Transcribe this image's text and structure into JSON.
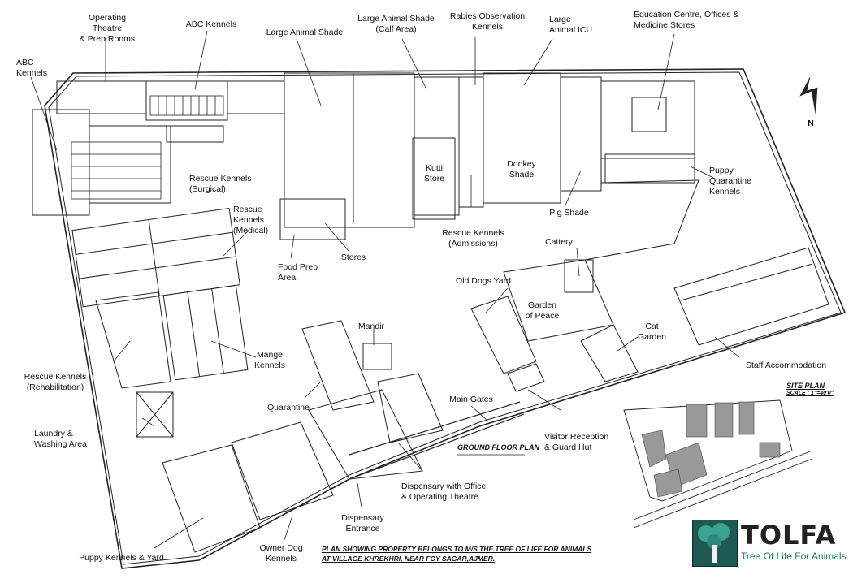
{
  "labels": {
    "operating_theatre": "Operating Theatre\n& Prep Rooms",
    "abc_kennels_top": "ABC Kennels",
    "abc_kennels_left": "ABC\nKennels",
    "large_animal_shade": "Large Animal Shade",
    "large_animal_shade_calf": "Large Animal Shade\n(Calf Area)",
    "rabies_observation": "Rabies Observation\nKennels",
    "large_animal_icu": "Large\nAnimal ICU",
    "education_centre": "Education Centre, Offices &\nMedicine Stores",
    "puppy_quarantine": "Puppy\nQuarantine\nKennels",
    "rescue_surgical": "Rescue Kennels\n(Surgical)",
    "rescue_medical": "Rescue\nKennels\n(Medical)",
    "kutti_store": "Kutti\nStore",
    "donkey_shade": "Donkey\nShade",
    "pig_shade": "Pig Shade",
    "rescue_admissions": "Rescue Kennels\n(Admissions)",
    "food_prep": "Food Prep\nArea",
    "stores": "Stores",
    "cattery": "Cattery",
    "old_dogs_yard": "Old Dogs Yard",
    "garden_of_peace": "Garden\nof Peace",
    "cat_garden": "Cat\nGarden",
    "staff_accommodation": "Staff Accommodation",
    "mandir": "Mandir",
    "rescue_rehabilitation": "Rescue Kennels\n(Rehabilitation)",
    "mange_kennels": "Mange\nKennels",
    "quarantine": "Quarantine",
    "main_gates": "Main Gates",
    "laundry": "Laundry &\nWashing Area",
    "visitor_reception": "Visitor Reception\n& Guard Hut",
    "dispensary_office": "Dispensary with Office\n& Operating Theatre",
    "dispensary_entrance": "Dispensary\nEntrance",
    "owner_dog_kennels": "Owner Dog\nKennels",
    "puppy_kennels": "Puppy Kennels & Yard"
  },
  "plan_text": {
    "ground_floor_plan": "GROUND FLOOR PLAN",
    "site_plan": "SITE PLAN",
    "site_scale": "SCALE : 1\"=40'0\"",
    "property_note": "PLAN SHOWING PROPERTY BELONGS TO M/S THE TREE OF LIFE FOR ANIMALS\nAT VILLAGE KHREKHRI, NEAR FOY SAGAR,AJMER."
  },
  "compass": {
    "letter": "N"
  },
  "logo": {
    "wordmark": "TOLFA",
    "tagline": "Tree Of Life For Animals"
  },
  "colors": {
    "line": "#222222",
    "logo_teal": "#1e7a6c"
  }
}
